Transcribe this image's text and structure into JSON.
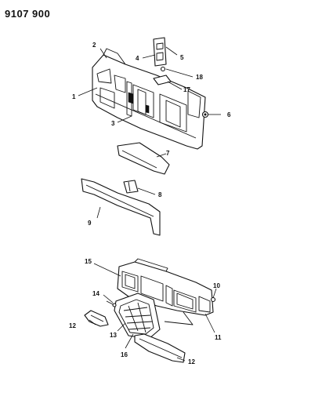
{
  "diagram_code": "9107 900",
  "callouts": [
    {
      "id": "c1",
      "text": "1"
    },
    {
      "id": "c2",
      "text": "2"
    },
    {
      "id": "c3",
      "text": "3"
    },
    {
      "id": "c4",
      "text": "4"
    },
    {
      "id": "c5",
      "text": "5"
    },
    {
      "id": "c6",
      "text": "6"
    },
    {
      "id": "c7",
      "text": "7"
    },
    {
      "id": "c8",
      "text": "8"
    },
    {
      "id": "c9",
      "text": "9"
    },
    {
      "id": "c10",
      "text": "10"
    },
    {
      "id": "c11",
      "text": "11"
    },
    {
      "id": "c12a",
      "text": "12"
    },
    {
      "id": "c12b",
      "text": "12"
    },
    {
      "id": "c13",
      "text": "13"
    },
    {
      "id": "c14",
      "text": "14"
    },
    {
      "id": "c15",
      "text": "15"
    },
    {
      "id": "c16",
      "text": "16"
    },
    {
      "id": "c17",
      "text": "17"
    },
    {
      "id": "c18",
      "text": "18"
    }
  ]
}
